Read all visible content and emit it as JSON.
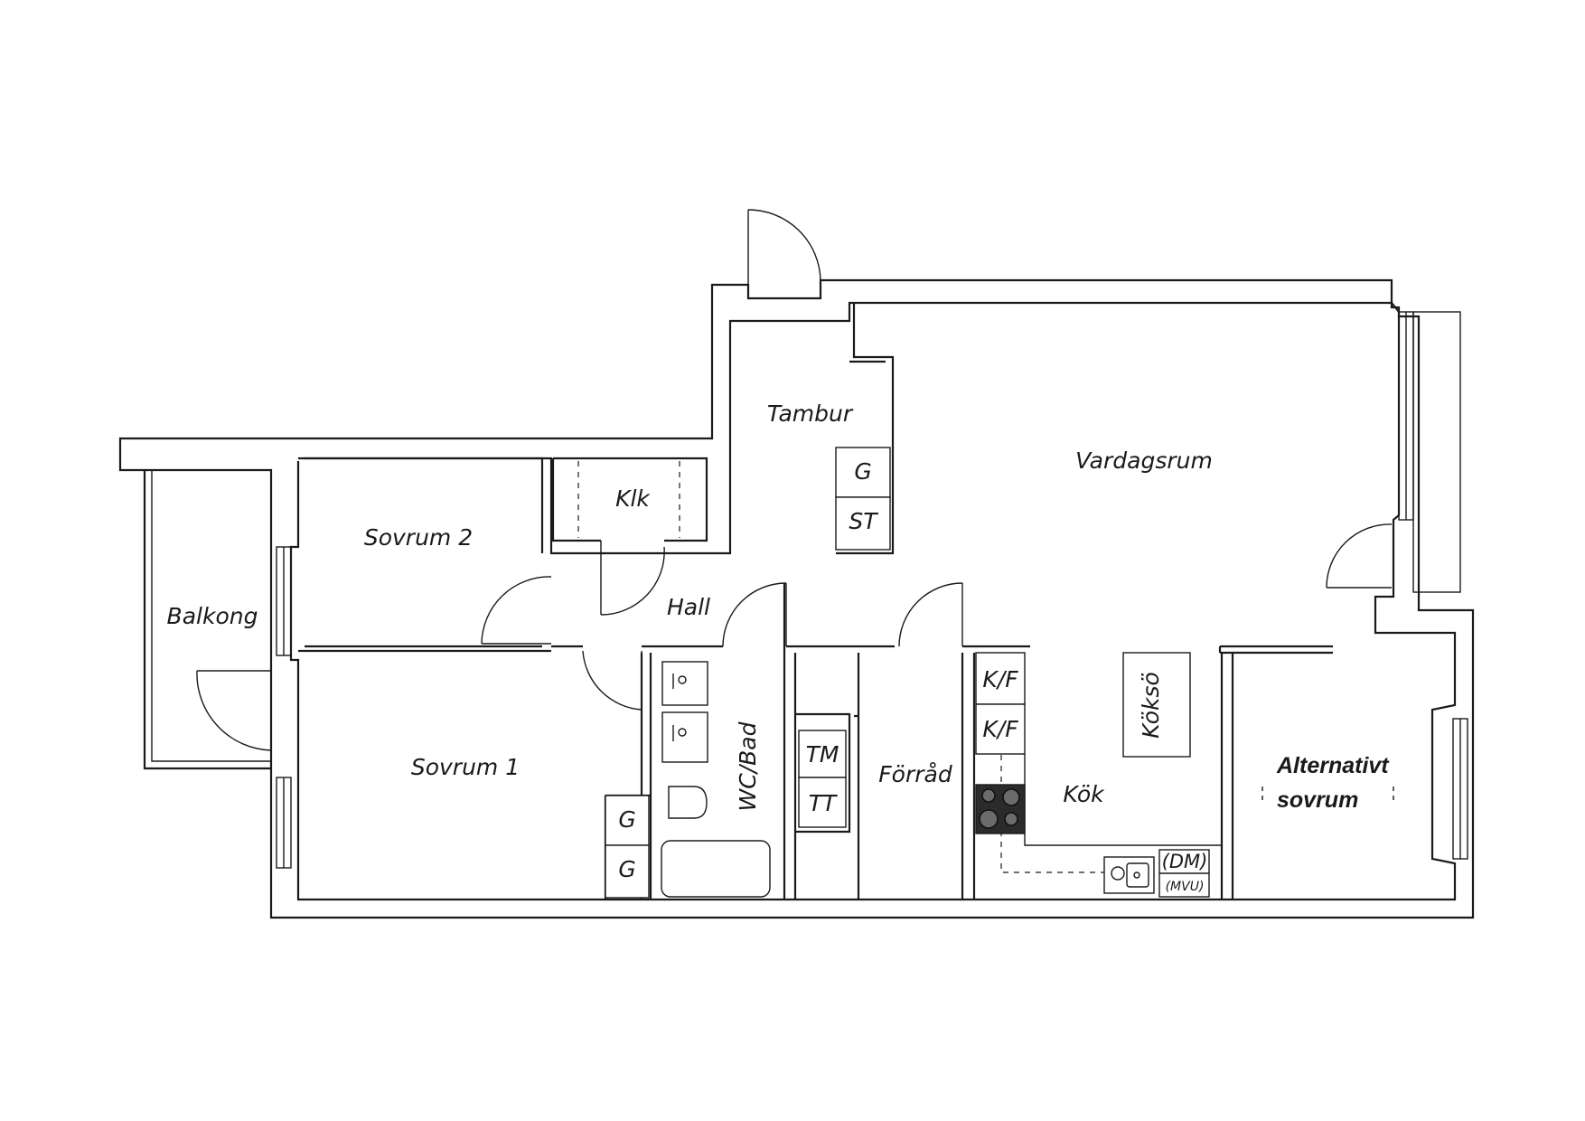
{
  "plan": {
    "rooms": {
      "tambur": "Tambur",
      "vardagsrum": "Vardagsrum",
      "klk": "Klk",
      "sovrum2": "Sovrum 2",
      "balkong": "Balkong",
      "hall": "Hall",
      "wcbad": "WC/Bad",
      "sovrum1": "Sovrum 1",
      "forrad": "Förråd",
      "kok": "Kök",
      "kokso": "Köksö",
      "alt_line1": "Alternativt",
      "alt_line2": "sovrum"
    },
    "fixtures": {
      "tambur_g": "G",
      "tambur_st": "ST",
      "sovrum1_g1": "G",
      "sovrum1_g2": "G",
      "tm": "TM",
      "tt": "TT",
      "kf1": "K/F",
      "kf2": "K/F",
      "dm": "(DM)",
      "mvu": "(MVU)"
    },
    "icons": [
      "door-swing-icon",
      "window-icon",
      "sink-icon",
      "toilet-icon",
      "bathtub-icon",
      "stove-icon",
      "kitchen-sink-icon"
    ]
  }
}
